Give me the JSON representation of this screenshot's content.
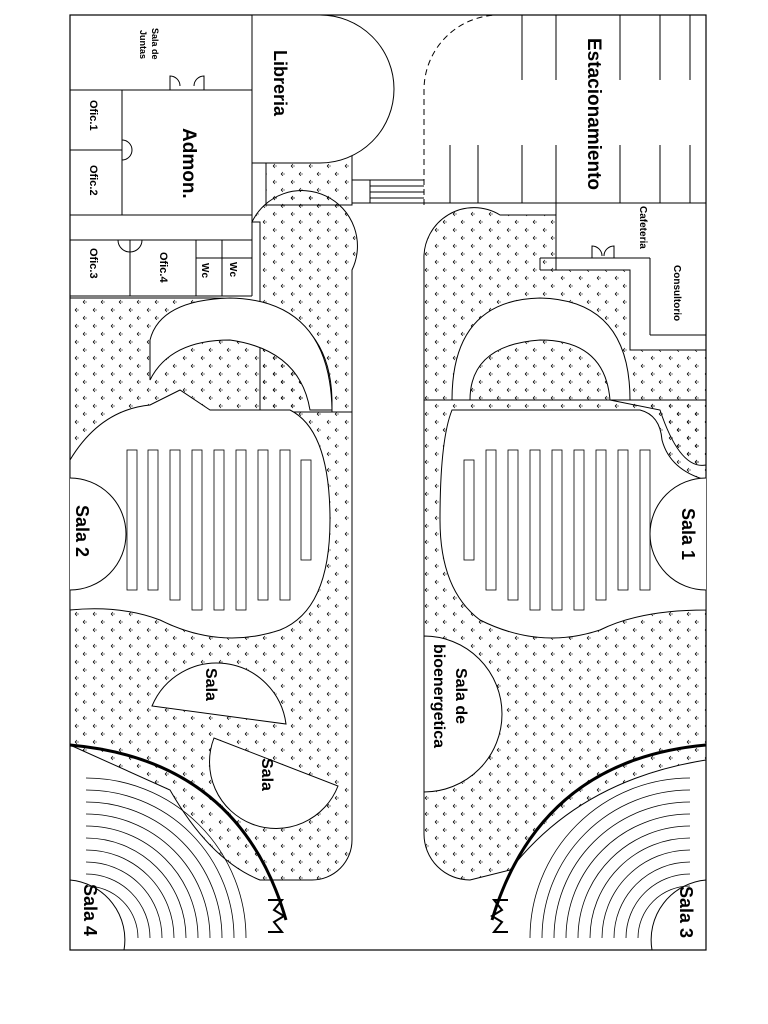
{
  "plan": {
    "rooms": {
      "sala_juntas_line1": "Sala de",
      "sala_juntas_line2": "Juntas",
      "libreria": "Libreria",
      "estacionamiento": "Estacionamiento",
      "ofic1": "Ofic.1",
      "ofic2": "Ofic.2",
      "admon": "Admon.",
      "ofic3": "Ofic.3",
      "ofic4": "Ofic.4",
      "wc1": "Wc",
      "wc2": "Wc",
      "cafeteria": "Cafeteria",
      "consultorio": "Consultorio",
      "sala1": "Sala 1",
      "sala2": "Sala 2",
      "sala_a": "Sala",
      "sala_b": "Sala",
      "bioenergetica_line1": "Sala de",
      "bioenergetica_line2": "bioenergetica",
      "sala3": "Sala 3",
      "sala4": "Sala 4"
    }
  }
}
